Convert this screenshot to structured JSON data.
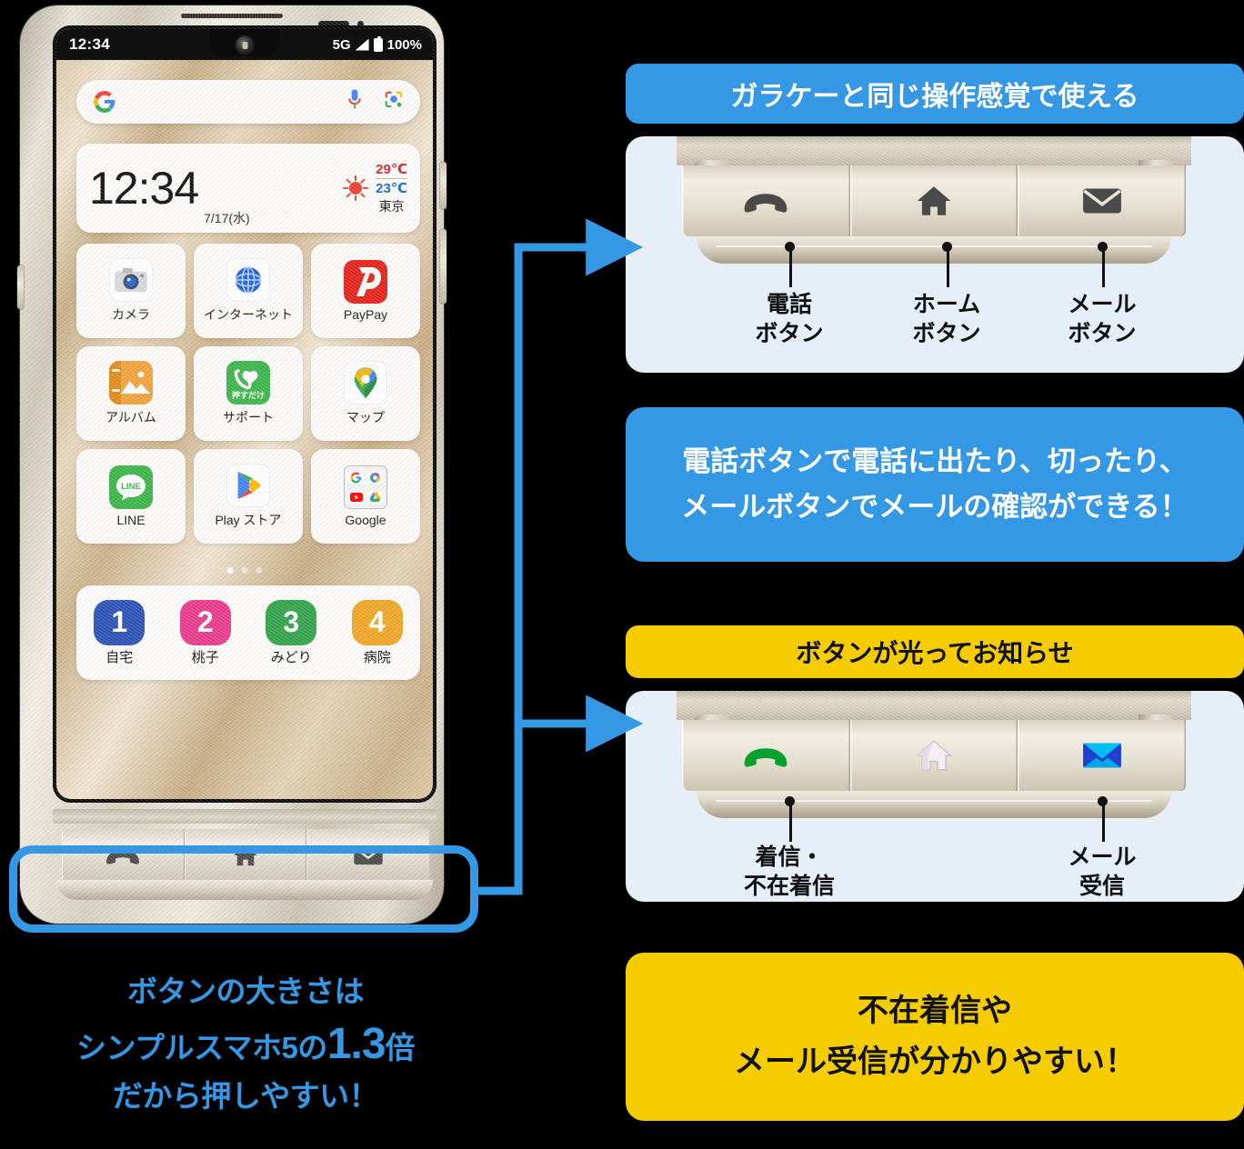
{
  "phone": {
    "status_bar": {
      "time": "12:34",
      "network": "5G",
      "battery": "100%"
    },
    "search": {
      "placeholder": "",
      "google_icon": "google-g-icon",
      "mic_icon": "microphone-icon",
      "lens_icon": "google-lens-icon"
    },
    "clock_widget": {
      "time": "12:34",
      "date": "7/17(水)",
      "weather_icon": "sun-icon",
      "temp_high": "29℃",
      "temp_low": "23℃",
      "city": "東京"
    },
    "apps": [
      {
        "label": "カメラ",
        "icon": "camera-icon"
      },
      {
        "label": "インターネット",
        "icon": "globe-icon"
      },
      {
        "label": "PayPay",
        "icon": "paypay-icon"
      },
      {
        "label": "アルバム",
        "icon": "album-icon"
      },
      {
        "label": "サポート",
        "icon": "support-icon",
        "badge": "押すだけ"
      },
      {
        "label": "マップ",
        "icon": "google-maps-icon"
      },
      {
        "label": "LINE",
        "icon": "line-icon"
      },
      {
        "label": "Play ストア",
        "icon": "google-play-icon"
      },
      {
        "label": "Google",
        "icon": "google-folder-icon"
      }
    ],
    "page_dots": 3,
    "speed_dial": [
      {
        "number": "1",
        "label": "自宅",
        "color": "#2c52b5"
      },
      {
        "number": "2",
        "label": "桃子",
        "color": "#e83a8c"
      },
      {
        "number": "3",
        "label": "みどり",
        "color": "#32a34a"
      },
      {
        "number": "4",
        "label": "病院",
        "color": "#efa626"
      }
    ],
    "hardware_keys": [
      {
        "icon": "phone-handset-icon"
      },
      {
        "icon": "home-icon"
      },
      {
        "icon": "mail-envelope-icon"
      }
    ]
  },
  "caption": {
    "line1": "ボタンの大きさは",
    "line2_pre": "シンプルスマホ5の",
    "line2_big": "1.3",
    "line2_post": "倍",
    "line3": "だから押しやすい！",
    "color": "#3598e5"
  },
  "panels": {
    "header1": {
      "text": "ガラケーと同じ操作感覚で使える",
      "bg": "#3598e5",
      "fg": "#ffffff"
    },
    "photo1": {
      "bg": "#e6eff7",
      "keys": [
        {
          "icon": "phone-handset-icon",
          "label_line1": "電話",
          "label_line2": "ボタン"
        },
        {
          "icon": "home-icon",
          "label_line1": "ホーム",
          "label_line2": "ボタン"
        },
        {
          "icon": "mail-envelope-icon",
          "label_line1": "メール",
          "label_line2": "ボタン"
        }
      ]
    },
    "message1": {
      "line1": "電話ボタンで電話に出たり、切ったり、",
      "line2": "メールボタンでメールの確認ができる！",
      "bg": "#3598e5",
      "fg": "#ffffff"
    },
    "header2": {
      "text": "ボタンが光ってお知らせ",
      "bg": "#f5cc00",
      "fg": "#121212"
    },
    "photo2": {
      "bg": "#e6eff7",
      "keys": [
        {
          "icon": "phone-handset-icon-green-lit",
          "label_line1": "着信・",
          "label_line2": "不在着信"
        },
        {
          "icon": "home-icon-lit",
          "label_line1": "",
          "label_line2": ""
        },
        {
          "icon": "mail-envelope-icon-blue-lit",
          "label_line1": "メール",
          "label_line2": "受信"
        }
      ]
    },
    "message2": {
      "line1": "不在着信や",
      "line2": "メール受信が分かりやすい！",
      "bg": "#f5cc00",
      "fg": "#121212"
    }
  },
  "connector": {
    "color": "#3598e5",
    "arrow_count": 2
  }
}
